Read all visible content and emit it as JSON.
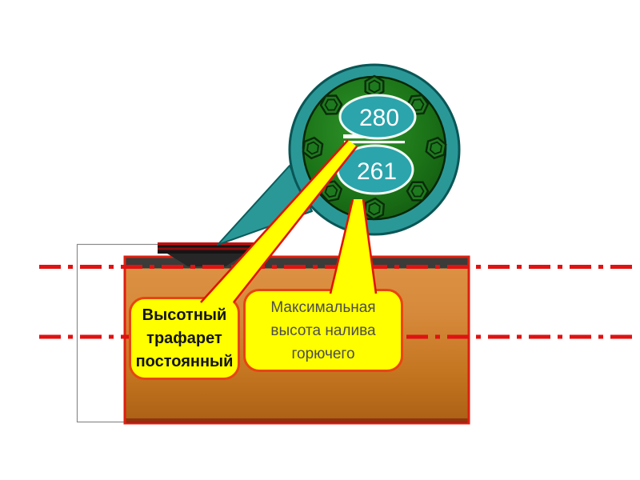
{
  "slide": {
    "description": "tank-manhole-diagram",
    "gauge": {
      "top_value": "280",
      "bottom_value": "261"
    },
    "callouts": {
      "stencil": {
        "text": "Высотный\nтрафарет\nпостоянный"
      },
      "max_fill": {
        "text": "Максимальная\nвысота налива\nгорючего"
      }
    },
    "colors": {
      "axis_red": "#e01212",
      "tank_border_red": "#dd2010",
      "tank_orange": "#d08036",
      "tank_top_band": "#3b3b39",
      "bezel_teal": "#2b9898",
      "cover_green": "#1e7a1e",
      "value_oval_teal": "#2ba4ac",
      "callout_fill": "#ffff00",
      "callout_border": "#e8440e",
      "stencil_text_color": "#141414",
      "max_fill_text_color": "#4d4d4d"
    }
  }
}
